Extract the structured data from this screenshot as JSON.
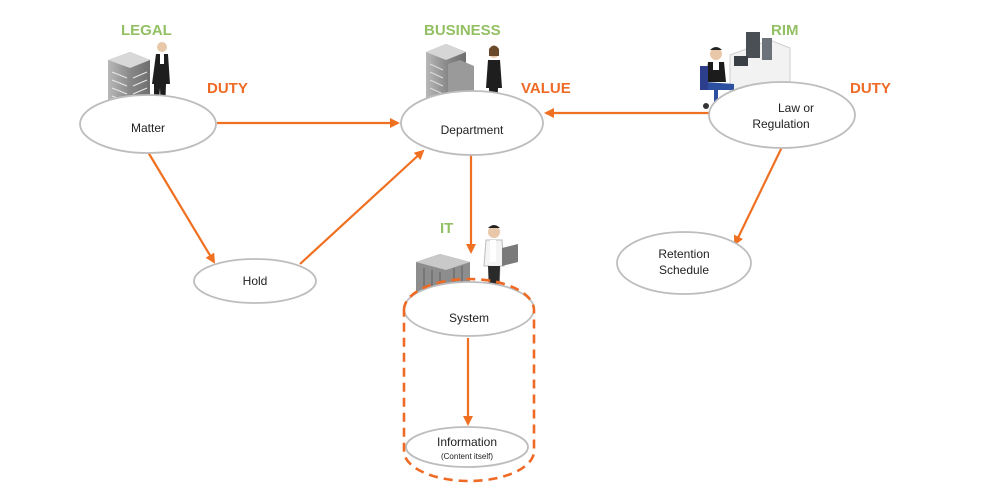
{
  "roles": {
    "legal": "LEGAL",
    "business": "BUSINESS",
    "rim": "RIM",
    "it": "IT"
  },
  "relations": {
    "duty_left": "DUTY",
    "value": "VALUE",
    "duty_right": "DUTY"
  },
  "nodes": {
    "matter": "Matter",
    "department": "Department",
    "law_line1": "Law or",
    "law_line2": "Regulation",
    "hold": "Hold",
    "retention_line1": "Retention",
    "retention_line2": "Schedule",
    "system": "System",
    "information": "Information",
    "information_sub": "(Content itself)"
  },
  "colors": {
    "arrow": "#f07022",
    "role_text": "#93c062",
    "relation_text": "#ee6a25",
    "node_border": "#bdbdbd"
  }
}
